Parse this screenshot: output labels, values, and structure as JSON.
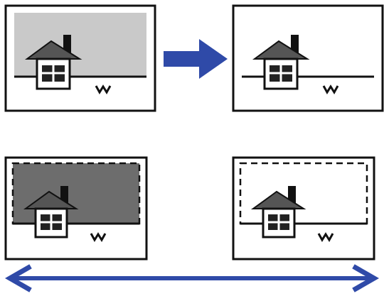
{
  "colors": {
    "arrow": "#2f4aa8",
    "frame": "#111111",
    "light_fill": "#c9c9c9",
    "dark_fill": "#6d6d6d",
    "roof": "#555555",
    "house_window": "#222222",
    "background": "#ffffff"
  },
  "panels": [
    {
      "name": "top-left",
      "background": "light-gray-solid",
      "outline": "none"
    },
    {
      "name": "top-right",
      "background": "white",
      "outline": "none"
    },
    {
      "name": "bottom-left",
      "background": "dark-gray",
      "outline": "dashed"
    },
    {
      "name": "bottom-right",
      "background": "white",
      "outline": "dashed"
    }
  ],
  "arrows": [
    {
      "name": "right-arrow",
      "direction": "right"
    },
    {
      "name": "double-arrow",
      "direction": "left-right"
    }
  ],
  "icons": [
    "house-icon",
    "grass-icon",
    "right-arrow-icon",
    "double-arrow-icon"
  ]
}
